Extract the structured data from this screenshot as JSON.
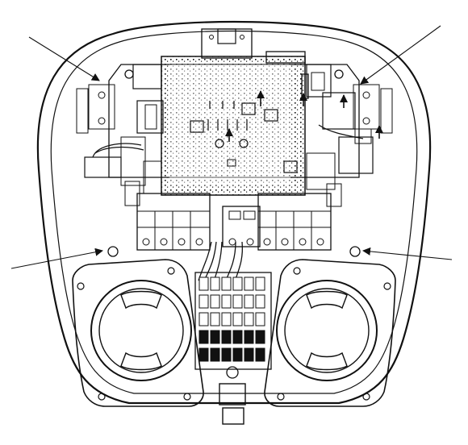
{
  "figure": {
    "kind": "line-drawing",
    "subject": "ev-charger-enclosure-interior-two-sockets",
    "stroke_color": "#111111",
    "background_color": "#ffffff",
    "annotations": {
      "callout_arrow_count": 4,
      "internal_arrow_count": 5,
      "text_labels": []
    },
    "components": {
      "sockets": 2,
      "terminal_block_rows": 5,
      "terminal_block_columns": 6,
      "circuit_breaker_groups": 2
    }
  }
}
